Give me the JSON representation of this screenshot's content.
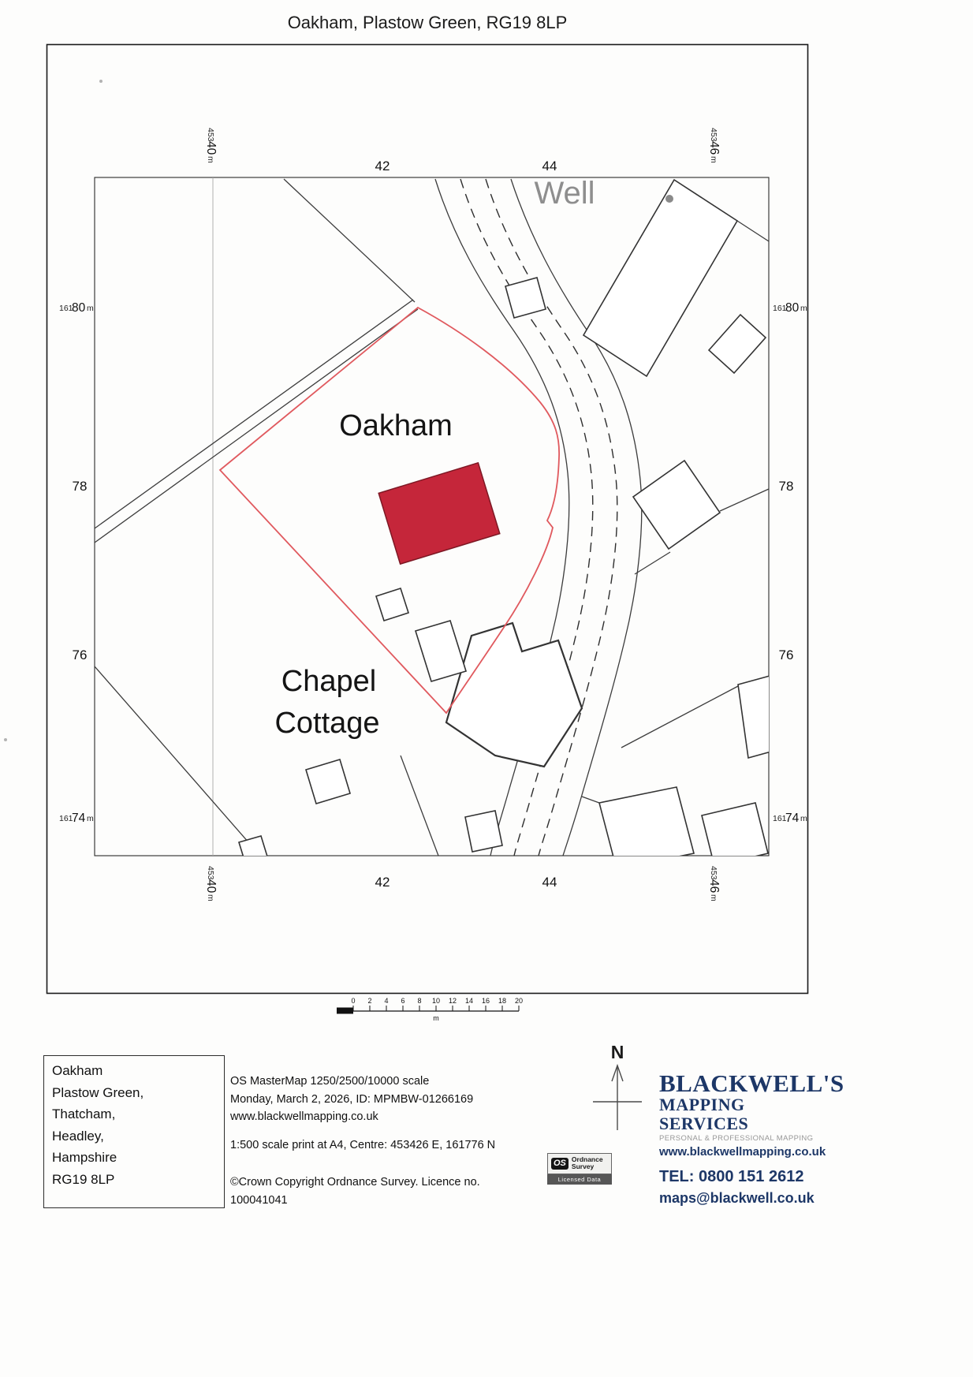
{
  "title": "Oakham, Plastow Green, RG19 8LP",
  "map": {
    "labels": {
      "well": "Well",
      "property": "Oakham",
      "neighbor_line1": "Chapel",
      "neighbor_line2": "Cottage"
    },
    "grid": {
      "easting_a": {
        "p": "453",
        "v": "40",
        "u": "m"
      },
      "easting_b": "42",
      "easting_c": "44",
      "easting_d": {
        "p": "453",
        "v": "46",
        "u": "m"
      },
      "northing_a": {
        "p": "161",
        "v": "80",
        "u": "m"
      },
      "northing_b": "78",
      "northing_c": "76",
      "northing_d": {
        "p": "161",
        "v": "74",
        "u": "m"
      }
    },
    "colors": {
      "boundary": "#e0595e",
      "highlight_building": "#c5263a",
      "line": "#3c3c3c"
    }
  },
  "scalebar": {
    "ticks": [
      "0",
      "2",
      "4",
      "6",
      "8",
      "10",
      "12",
      "14",
      "16",
      "18",
      "20"
    ],
    "unit": "m"
  },
  "footer": {
    "address": {
      "line1": "Oakham",
      "line2": "Plastow Green,",
      "line3": "Thatcham,",
      "line4": "Headley,",
      "line5": "Hampshire",
      "line6": "RG19 8LP"
    },
    "print_info": {
      "line1": "OS MasterMap 1250/2500/10000 scale",
      "line2": "Monday, March 2, 2026, ID: MPMBW-01266169",
      "line3": "www.blackwellmapping.co.uk",
      "line4": "1:500 scale print at A4, Centre: 453426 E, 161776 N",
      "line5": "©Crown Copyright Ordnance Survey. Licence no.",
      "line6": "100041041"
    },
    "north_label": "N",
    "os_badge": {
      "logo": "OS",
      "name_line1": "Ordnance",
      "name_line2": "Survey",
      "sub": "Licensed Data"
    },
    "branding": {
      "name": "BLACKWELL'S",
      "subname": "MAPPING SERVICES",
      "tagline": "PERSONAL & PROFESSIONAL MAPPING",
      "website": "www.blackwellmapping.co.uk",
      "phone": "TEL: 0800 151 2612",
      "email": "maps@blackwell.co.uk"
    }
  }
}
